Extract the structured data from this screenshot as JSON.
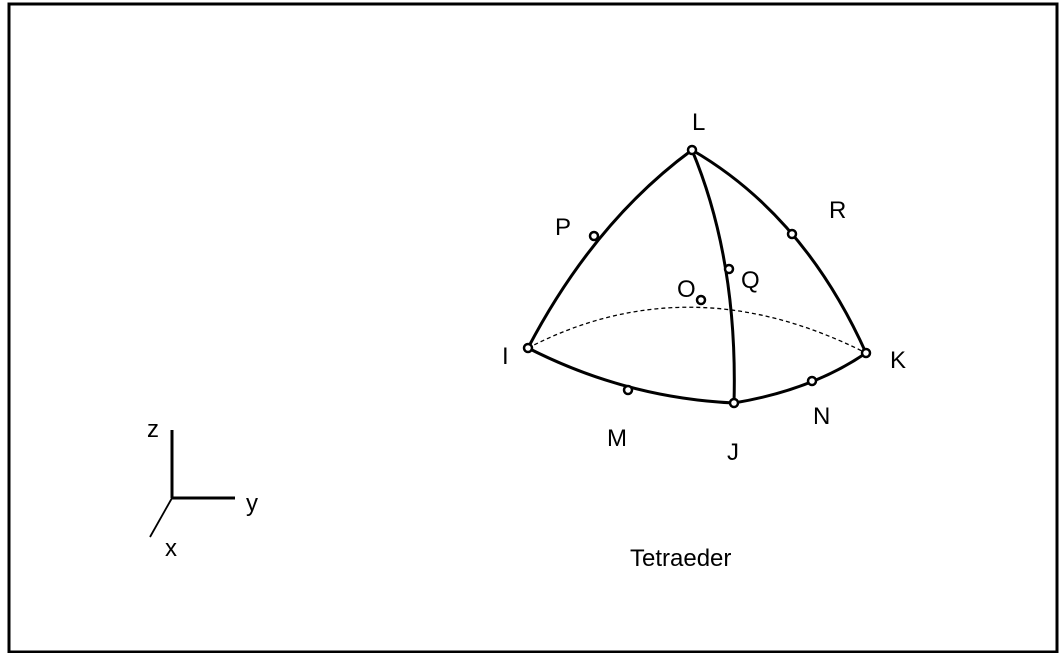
{
  "diagram": {
    "caption": "Tetraeder",
    "corner_nodes": [
      {
        "id": "L",
        "label": "L"
      },
      {
        "id": "I",
        "label": "I"
      },
      {
        "id": "J",
        "label": "J"
      },
      {
        "id": "K",
        "label": "K"
      }
    ],
    "midside_nodes": [
      {
        "id": "P",
        "label": "P",
        "edge": "L-I"
      },
      {
        "id": "R",
        "label": "R",
        "edge": "L-K"
      },
      {
        "id": "Q",
        "label": "Q",
        "edge": "L-J"
      },
      {
        "id": "O",
        "label": "O",
        "edge": "I-K",
        "hidden": true
      },
      {
        "id": "M",
        "label": "M",
        "edge": "I-J"
      },
      {
        "id": "N",
        "label": "N",
        "edge": "J-K"
      }
    ],
    "axes": {
      "z": "z",
      "y": "y",
      "x": "x"
    }
  }
}
